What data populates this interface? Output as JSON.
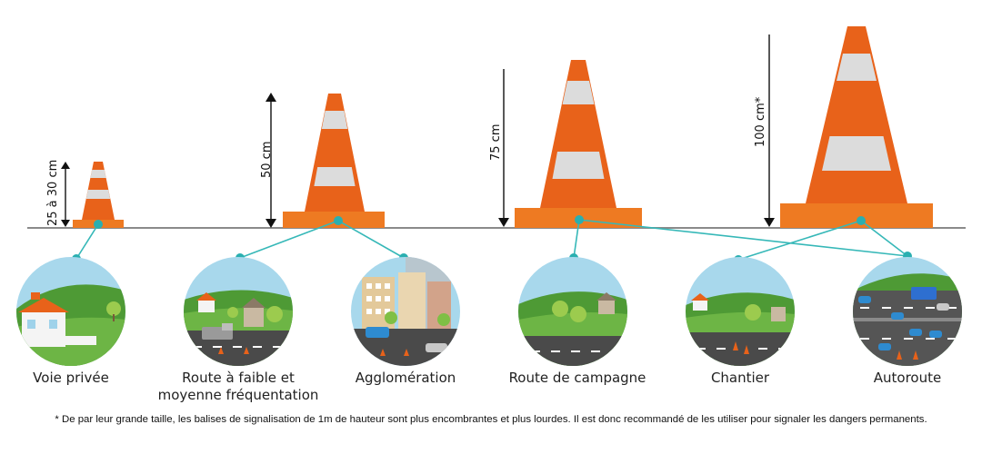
{
  "heights": {
    "small": "25 à 30 cm",
    "medium": "50 cm",
    "large": "75 cm",
    "xlarge": "100 cm*"
  },
  "captions": {
    "voie_privee": "Voie privée",
    "route_faible_line1": "Route à faible et",
    "route_faible_line2": "moyenne fréquentation",
    "agglomeration": "Agglomération",
    "route_campagne": "Route de campagne",
    "chantier": "Chantier",
    "autoroute": "Autoroute"
  },
  "footnote": "* De par leur grande taille, les balises de signalisation de 1m de hauteur sont plus encombrantes et plus lourdes. Il est donc recommandé de les utiliser pour signaler les dangers permanents.",
  "colors": {
    "cone_orange": "#E8621A",
    "cone_base": "#EE7A22",
    "stripe": "#DCDCDC",
    "connector": "#36B8B8",
    "sky": "#A8D8EC",
    "grass": "#5BA33A",
    "road": "#4A4A4A"
  }
}
